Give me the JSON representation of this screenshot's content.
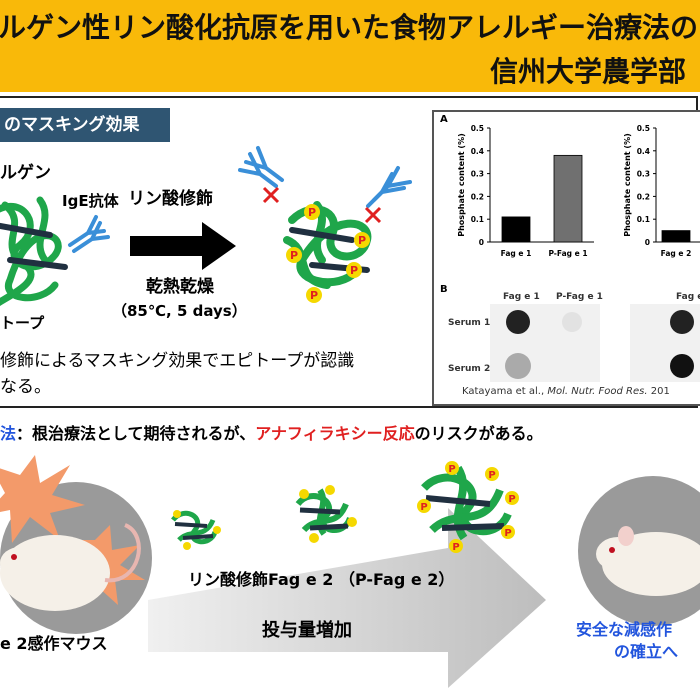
{
  "header": {
    "title": "ルゲン性リン酸化抗原を用いた食物アレルギー治療法の",
    "subtitle": "信州大学農学部"
  },
  "masking": {
    "section_label": "のマスキング効果",
    "allergen_label": "ルゲン",
    "ige_label": "IgE抗体",
    "step1": "リン酸修飾",
    "step2": "乾熱乾燥",
    "step3": "（85℃, 5 days）",
    "epitope_label": "トープ",
    "desc_line1": "修飾によるマスキング効果でエピトープが認識",
    "desc_line2": "なる。"
  },
  "figure": {
    "panel_a": "A",
    "panel_b": "B",
    "ylabel": "Phosphate content (%)",
    "citation_prefix": "Katayama et al., ",
    "citation_journal": "Mol. Nutr. Food Res.",
    "citation_suffix": " 201",
    "serum1": "Serum 1",
    "serum2": "Serum 2",
    "dot_col1": "Fag e 1",
    "dot_col2": "P-Fag e 1",
    "dot_col3": "Fag e",
    "right_cat": "Fag e 2"
  },
  "chart_data": [
    {
      "type": "bar",
      "categories": [
        "Fag e 1",
        "P-Fag e 1"
      ],
      "values": [
        0.11,
        0.38
      ],
      "ylabel": "Phosphate content (%)",
      "ylim": [
        0,
        0.5
      ],
      "yticks": [
        "0",
        "0.1",
        "0.2",
        "0.3",
        "0.4",
        "0.5"
      ],
      "colors": [
        "#000000",
        "#707070"
      ]
    },
    {
      "type": "bar",
      "categories": [
        "Fag e 2"
      ],
      "values": [
        0.05
      ],
      "ylabel": "Phosphate content (%)",
      "ylim": [
        0,
        0.5
      ],
      "yticks": [
        "0",
        "0.1",
        "0.2",
        "0.3",
        "0.4",
        "0.5"
      ],
      "colors": [
        "#000000"
      ]
    }
  ],
  "therapy": {
    "label_prefix": "法",
    "label_rest": "：根治療法として期待されるが、",
    "label_red": "アナフィラキシー反応",
    "label_end": "のリスクがある。",
    "pfag_label": "リン酸修飾Fag e 2 （P-Fag e 2）",
    "dose_label": "投与量増加",
    "mouse_label": "e 2感作マウス",
    "goal_line1": "安全な減感作",
    "goal_line2": "の確立へ",
    "p_mark": "P"
  },
  "colors": {
    "banner": "#f9b909",
    "section": "#2f5572",
    "protein": "#1fa64a",
    "antibody": "#3a8fd8",
    "phospho": "#f5d800",
    "alert": "#e02020",
    "goal": "#2255dd"
  }
}
